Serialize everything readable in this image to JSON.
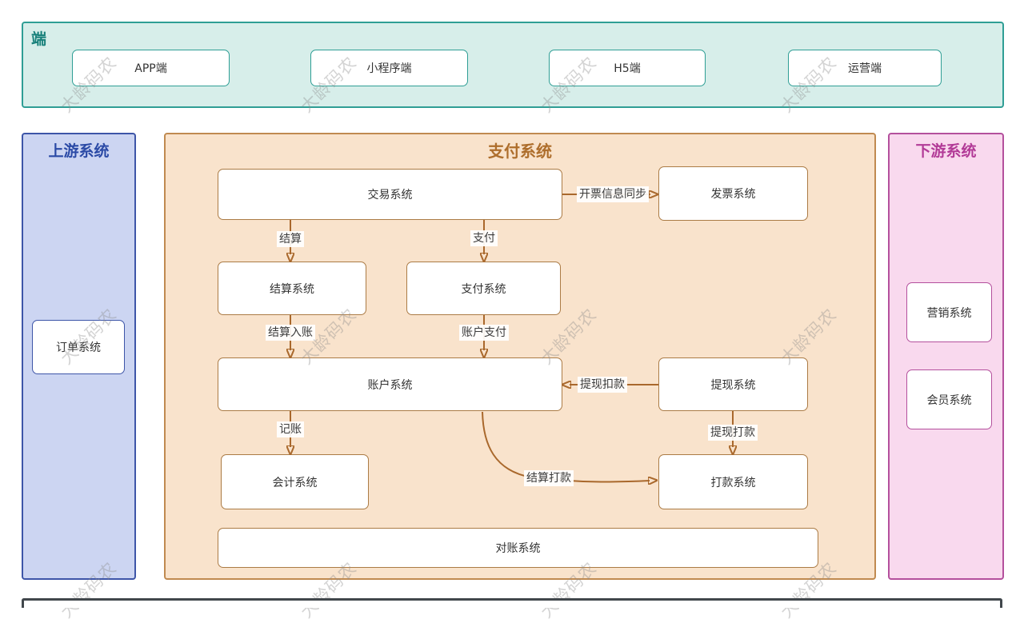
{
  "colors": {
    "teal_border": "#2f9e95",
    "teal_bg": "#d7eeea",
    "teal_title": "#17807a",
    "blue_border": "#3d55a8",
    "blue_bg": "#ccd5f2",
    "blue_title": "#2b4aa6",
    "orange_border": "#c08a50",
    "orange_bg": "#f9e3cc",
    "orange_title": "#ae6e2c",
    "orange_node_border": "#ab7b45",
    "pink_border": "#b4509d",
    "pink_bg": "#f9d9ee",
    "pink_title": "#b23a97",
    "arrow": "#a9682c"
  },
  "watermark": {
    "text": "大龄码农"
  },
  "panels": {
    "terminal": {
      "title": "端",
      "nodes": [
        {
          "label": "APP端"
        },
        {
          "label": "小程序端"
        },
        {
          "label": "H5端"
        },
        {
          "label": "运营端"
        }
      ]
    },
    "upstream": {
      "title": "上游系统",
      "nodes": [
        {
          "label": "订单系统"
        }
      ]
    },
    "payment": {
      "title": "支付系统",
      "nodes": [
        {
          "label": "交易系统"
        },
        {
          "label": "发票系统"
        },
        {
          "label": "结算系统"
        },
        {
          "label": "支付系统"
        },
        {
          "label": "账户系统"
        },
        {
          "label": "提现系统"
        },
        {
          "label": "会计系统"
        },
        {
          "label": "打款系统"
        },
        {
          "label": "对账系统"
        }
      ]
    },
    "downstream": {
      "title": "下游系统",
      "nodes": [
        {
          "label": "营销系统"
        },
        {
          "label": "会员系统"
        }
      ]
    }
  },
  "edges": [
    {
      "from": "交易系统",
      "to": "发票系统",
      "label": "开票信息同步"
    },
    {
      "from": "交易系统",
      "to": "结算系统",
      "label": "结算"
    },
    {
      "from": "交易系统",
      "to": "支付系统",
      "label": "支付"
    },
    {
      "from": "结算系统",
      "to": "账户系统",
      "label": "结算入账"
    },
    {
      "from": "支付系统",
      "to": "账户系统",
      "label": "账户支付"
    },
    {
      "from": "提现系统",
      "to": "账户系统",
      "label": "提现扣款"
    },
    {
      "from": "账户系统",
      "to": "会计系统",
      "label": "记账"
    },
    {
      "from": "提现系统",
      "to": "打款系统",
      "label": "提现打款"
    },
    {
      "from": "账户系统",
      "to": "打款系统",
      "label": "结算打款"
    }
  ]
}
